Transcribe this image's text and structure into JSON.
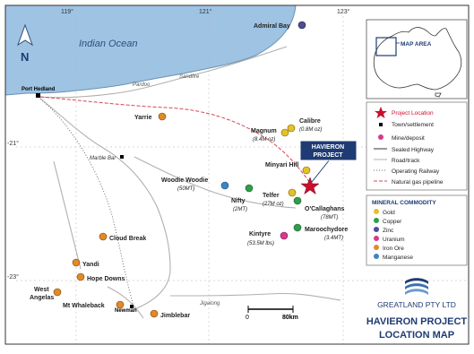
{
  "map": {
    "graticule": {
      "top_labels": [
        "119°",
        "121°",
        "123°"
      ],
      "left_labels": [
        "-21°",
        "-23°"
      ]
    },
    "ocean_label": "Indian Ocean",
    "north_label": "N",
    "towns": [
      {
        "name": "Port Hedland",
        "bold": true
      },
      {
        "name": "Pardoo"
      },
      {
        "name": "Sandfire"
      },
      {
        "name": "Marble Bar"
      },
      {
        "name": "Newman",
        "bold": true
      },
      {
        "name": "Jigalong"
      }
    ],
    "mines": [
      {
        "name": "Admiral Bay",
        "commodity": "zinc"
      },
      {
        "name": "Calibre",
        "sub": "(0.8M oz)",
        "commodity": "gold"
      },
      {
        "name": "Magnum",
        "sub": "(8.4M oz)",
        "commodity": "gold"
      },
      {
        "name": "Minyari Hill",
        "commodity": "gold"
      },
      {
        "name": "Telfer",
        "sub": "(27M oz)",
        "commodity": "gold"
      },
      {
        "name": "O'Callaghans",
        "sub": "(78MT)",
        "commodity": "copper"
      },
      {
        "name": "Maroochydore",
        "sub": "(3.4MT)",
        "commodity": "copper"
      },
      {
        "name": "Kintyre",
        "sub": "(53.5M lbs)",
        "commodity": "uranium"
      },
      {
        "name": "Nifty",
        "sub": "(2MT)",
        "commodity": "copper"
      },
      {
        "name": "Woodie Woodie",
        "sub": "(50MT)",
        "commodity": "manganese"
      },
      {
        "name": "Yarrie",
        "commodity": "iron"
      },
      {
        "name": "Cloud Break",
        "commodity": "iron"
      },
      {
        "name": "Yandi",
        "commodity": "iron"
      },
      {
        "name": "Hope Downs",
        "commodity": "iron"
      },
      {
        "name": "West Angelas",
        "commodity": "iron"
      },
      {
        "name": "Mt Whaleback",
        "commodity": "iron"
      },
      {
        "name": "Jimblebar",
        "commodity": "iron"
      }
    ],
    "project_callout": {
      "line1": "HAVIERON",
      "line2": "PROJECT"
    },
    "inset_label": "MAP AREA",
    "legend": {
      "items": [
        "Project Location",
        "Town/settlement",
        "Mine/deposit",
        "Sealed Highway",
        "Road/track",
        "Operating Railway",
        "Natural gas pipeline"
      ]
    },
    "commodity_legend": {
      "title": "MINERAL COMMODITY",
      "items": [
        "Gold",
        "Copper",
        "Zinc",
        "Uranium",
        "Iron Ore",
        "Manganese"
      ]
    },
    "scale_bar": {
      "start": "0",
      "end": "80km"
    },
    "company": "GREATLAND PTY LTD",
    "title_line1": "HAVIERON PROJECT",
    "title_line2": "LOCATION MAP",
    "colors": {
      "ocean": "#9ec3e3",
      "land": "#ffffff",
      "gold": "#e3c12a",
      "copper": "#2f9d4a",
      "zinc": "#4d4d9c",
      "uranium": "#d63a8a",
      "iron": "#e08a2a",
      "manganese": "#3b86c4",
      "project": "#c8102e",
      "title": "#1f3b73",
      "callout": "#1f3b73"
    }
  }
}
